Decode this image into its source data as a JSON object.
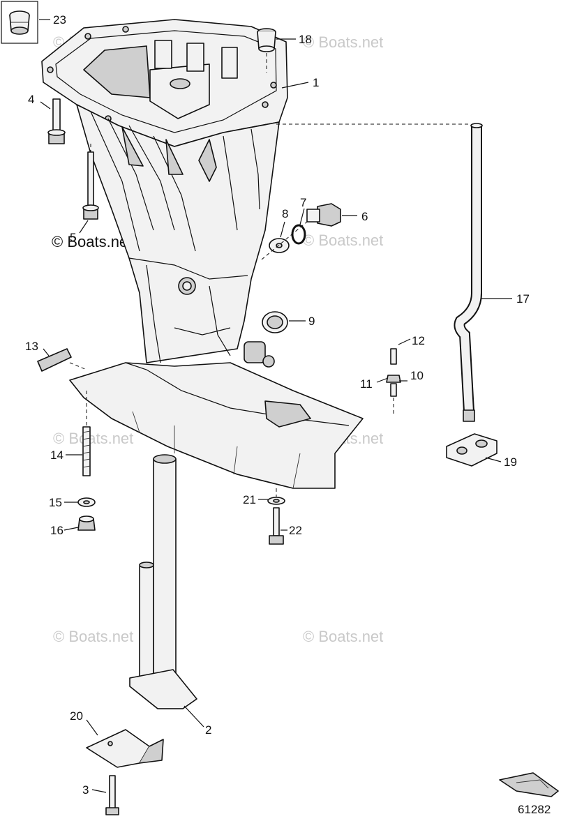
{
  "diagram": {
    "figure_number": "61282",
    "watermarks": {
      "light": "© Boats.net",
      "dark": "© Boats.net"
    },
    "callouts": [
      {
        "id": "c1",
        "label": "1"
      },
      {
        "id": "c2",
        "label": "2"
      },
      {
        "id": "c3",
        "label": "3"
      },
      {
        "id": "c4",
        "label": "4"
      },
      {
        "id": "c5",
        "label": "5"
      },
      {
        "id": "c6",
        "label": "6"
      },
      {
        "id": "c7",
        "label": "7"
      },
      {
        "id": "c8",
        "label": "8"
      },
      {
        "id": "c9",
        "label": "9"
      },
      {
        "id": "c10",
        "label": "10"
      },
      {
        "id": "c11",
        "label": "11"
      },
      {
        "id": "c12",
        "label": "12"
      },
      {
        "id": "c13",
        "label": "13"
      },
      {
        "id": "c14",
        "label": "14"
      },
      {
        "id": "c15",
        "label": "15"
      },
      {
        "id": "c16",
        "label": "16"
      },
      {
        "id": "c17",
        "label": "17"
      },
      {
        "id": "c18",
        "label": "18"
      },
      {
        "id": "c19",
        "label": "19"
      },
      {
        "id": "c20",
        "label": "20"
      },
      {
        "id": "c21",
        "label": "21"
      },
      {
        "id": "c22",
        "label": "22"
      },
      {
        "id": "c23",
        "label": "23"
      }
    ]
  }
}
